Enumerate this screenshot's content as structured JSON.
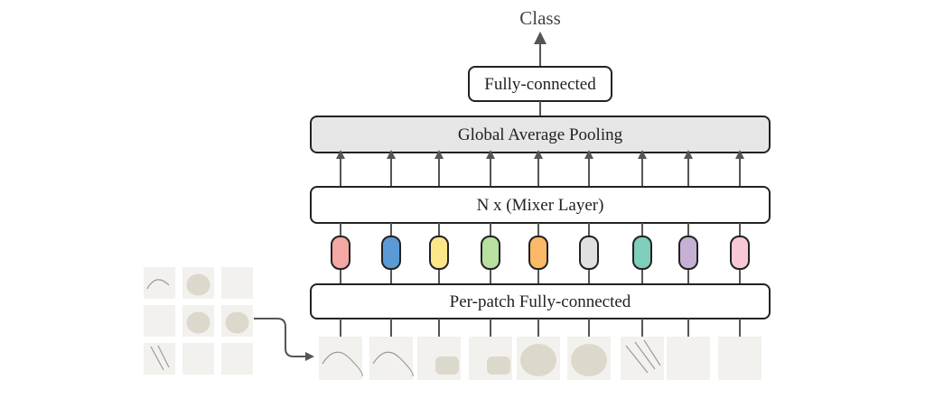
{
  "labels": {
    "output": "Class",
    "fully_connected": "Fully-connected",
    "global_avg_pool": "Global Average Pooling",
    "mixer_layer": "N x (Mixer Layer)",
    "per_patch_fc": "Per-patch Fully-connected"
  },
  "token_colors": [
    "#f4a7a3",
    "#5b9bd5",
    "#fde68a",
    "#b7e0a1",
    "#fbb867",
    "#e0e0e0",
    "#7fcdbb",
    "#c6b0d6",
    "#f8c8d4"
  ],
  "colors": {
    "pool_fill": "#e6e6e6",
    "stroke": "#222222",
    "arrow": "#555555"
  }
}
